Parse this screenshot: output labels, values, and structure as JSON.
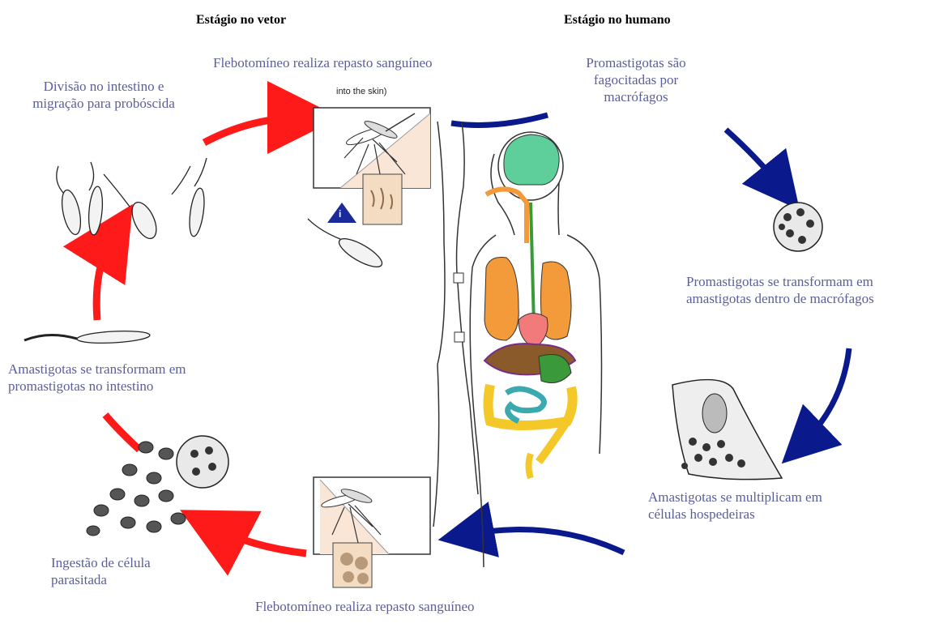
{
  "headers": {
    "vector": "Estágio no vetor",
    "human": "Estágio no humano"
  },
  "labels": {
    "blood_meal_top": "Flebotomíneo realiza repasto sanguíneo",
    "division": "Divisão no intestino e migração para probóscida",
    "phagocytosed": "Promastigotas são fagocitadas por macrófagos",
    "transform_macrophage": "Promastigotas se transformam em amastigotas dentro de macrófagos",
    "transform_gut": "Amastigotas se transformam em promastigotas no intestino",
    "multiply": "Amastigotas se multiplicam em células hospedeiras",
    "ingestion": "Ingestão de célula parasitada",
    "blood_meal_bottom": "Flebotomíneo realiza repasto sanguíneo",
    "into_skin": "into the skin)",
    "info_mark": "i"
  },
  "colors": {
    "vector_arrow": "#ff1a1a",
    "human_arrow": "#0a1a8c",
    "label_text": "#5b5f99",
    "brain": "#5ecf9a",
    "lungs": "#f39a3a",
    "heart": "#f27a7a",
    "liver": "#8a5a2a",
    "intestine_large": "#f5c82a",
    "intestine_small": "#3aa9b0",
    "stomach": "#3a9a3a"
  }
}
